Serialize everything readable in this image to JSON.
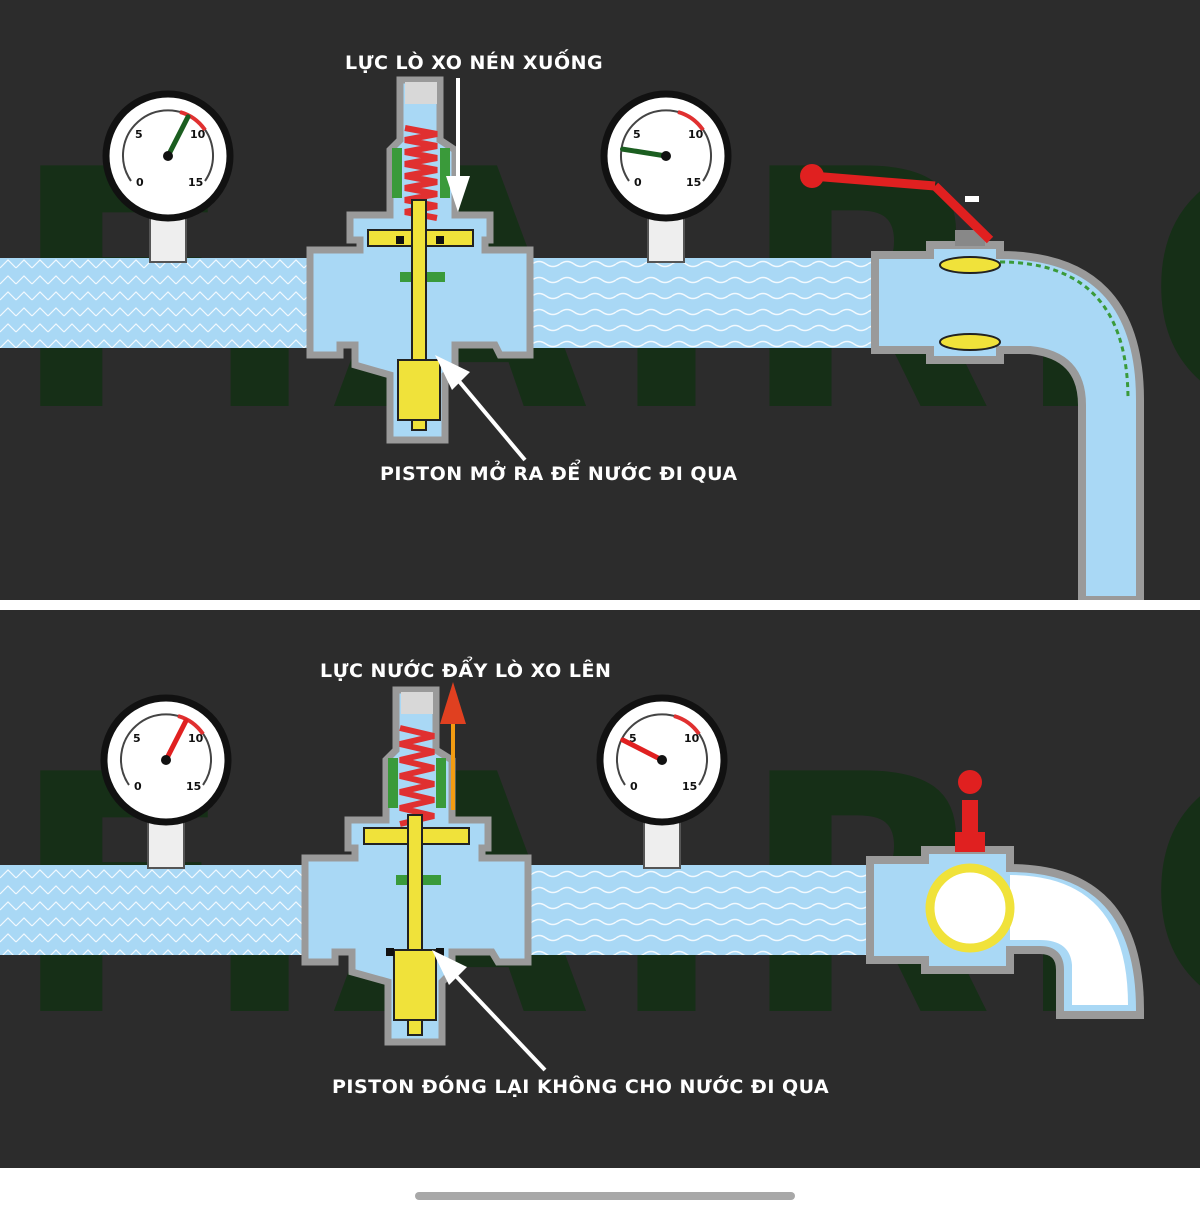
{
  "watermark": "F.A.R.C",
  "top_panel": {
    "caption_top": "LỰC LÒ XO NÉN XUỐNG",
    "caption_bottom": "PISTON MỞ RA ĐỂ NƯỚC ĐI QUA",
    "gauge_left": {
      "ticks": [
        "0",
        "5",
        "10",
        "15"
      ],
      "reading": 9
    },
    "gauge_right": {
      "ticks": [
        "0",
        "5",
        "10",
        "15"
      ],
      "reading": 3
    },
    "valve_state": "open"
  },
  "bottom_panel": {
    "caption_top": "LỰC NƯỚC ĐẨY LÒ XO LÊN",
    "caption_bottom": "PISTON ĐÓNG LẠI KHÔNG CHO NƯỚC ĐI QUA",
    "gauge_left": {
      "ticks": [
        "0",
        "5",
        "10",
        "15"
      ],
      "reading": 9
    },
    "gauge_right": {
      "ticks": [
        "0",
        "5",
        "10",
        "15"
      ],
      "reading": 4
    },
    "valve_state": "closed"
  },
  "colors": {
    "background": "#2c2c2c",
    "water": "#a9d8f5",
    "spring": "#e03030",
    "piston": "#f0e23a",
    "body_wall": "#9a9a9a",
    "needle_inlet": "#e02020",
    "needle_outlet_top": "#1b5e20",
    "needle_outlet_bottom": "#e02020",
    "watermark": "#0f3010"
  }
}
